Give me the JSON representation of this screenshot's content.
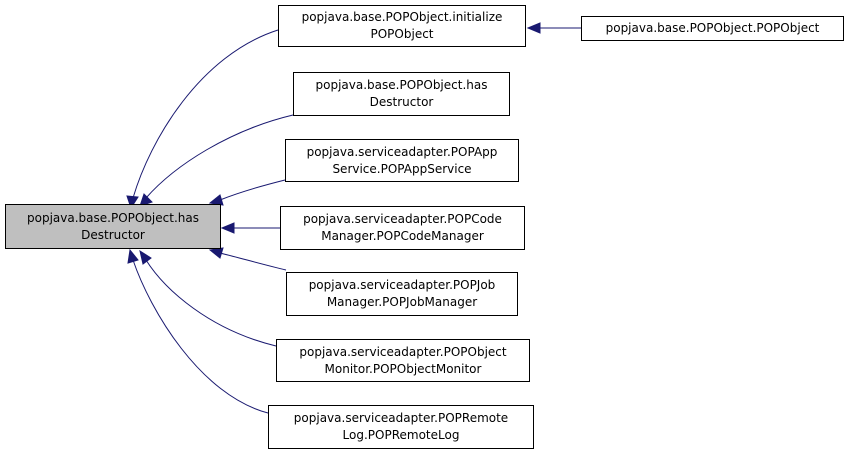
{
  "colors": {
    "edge": "#191970",
    "focus_fill": "#bfbfbf",
    "node_border": "#000000"
  },
  "nodes": {
    "focus": {
      "line1": "popjava.base.POPObject.has",
      "line2": "Destructor"
    },
    "initialize": {
      "line1": "popjava.base.POPObject.initialize",
      "line2": "POPObject"
    },
    "popobject": {
      "line1": "popjava.base.POPObject.POPObject"
    },
    "has_destructor": {
      "line1": "popjava.base.POPObject.has",
      "line2": "Destructor"
    },
    "app_service": {
      "line1": "popjava.serviceadapter.POPApp",
      "line2": "Service.POPAppService"
    },
    "code_manager": {
      "line1": "popjava.serviceadapter.POPCode",
      "line2": "Manager.POPCodeManager"
    },
    "job_manager": {
      "line1": "popjava.serviceadapter.POPJob",
      "line2": "Manager.POPJobManager"
    },
    "object_monitor": {
      "line1": "popjava.serviceadapter.POPObject",
      "line2": "Monitor.POPObjectMonitor"
    },
    "remote_log": {
      "line1": "popjava.serviceadapter.POPRemote",
      "line2": "Log.POPRemoteLog"
    }
  }
}
